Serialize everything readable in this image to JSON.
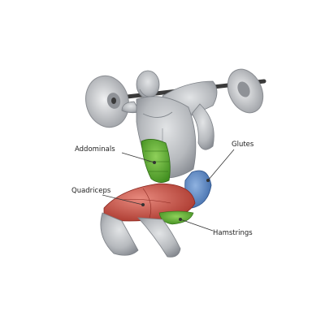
{
  "diagram": {
    "labels": {
      "abdominals": "Addominals",
      "glutes": "Glutes",
      "quadriceps": "Quadriceps",
      "hamstrings": "Hamstrings"
    },
    "colors": {
      "background": "#ffffff",
      "body": "#b9bcc0",
      "body_shadow": "#7c8086",
      "abdominals_highlight": "#55b02b",
      "quadriceps_highlight": "#c84a3e",
      "glutes_highlight": "#4f7fbf",
      "barbell": "#3a3a3a",
      "plate": "#c9cbce",
      "leader_line": "#333333"
    }
  }
}
